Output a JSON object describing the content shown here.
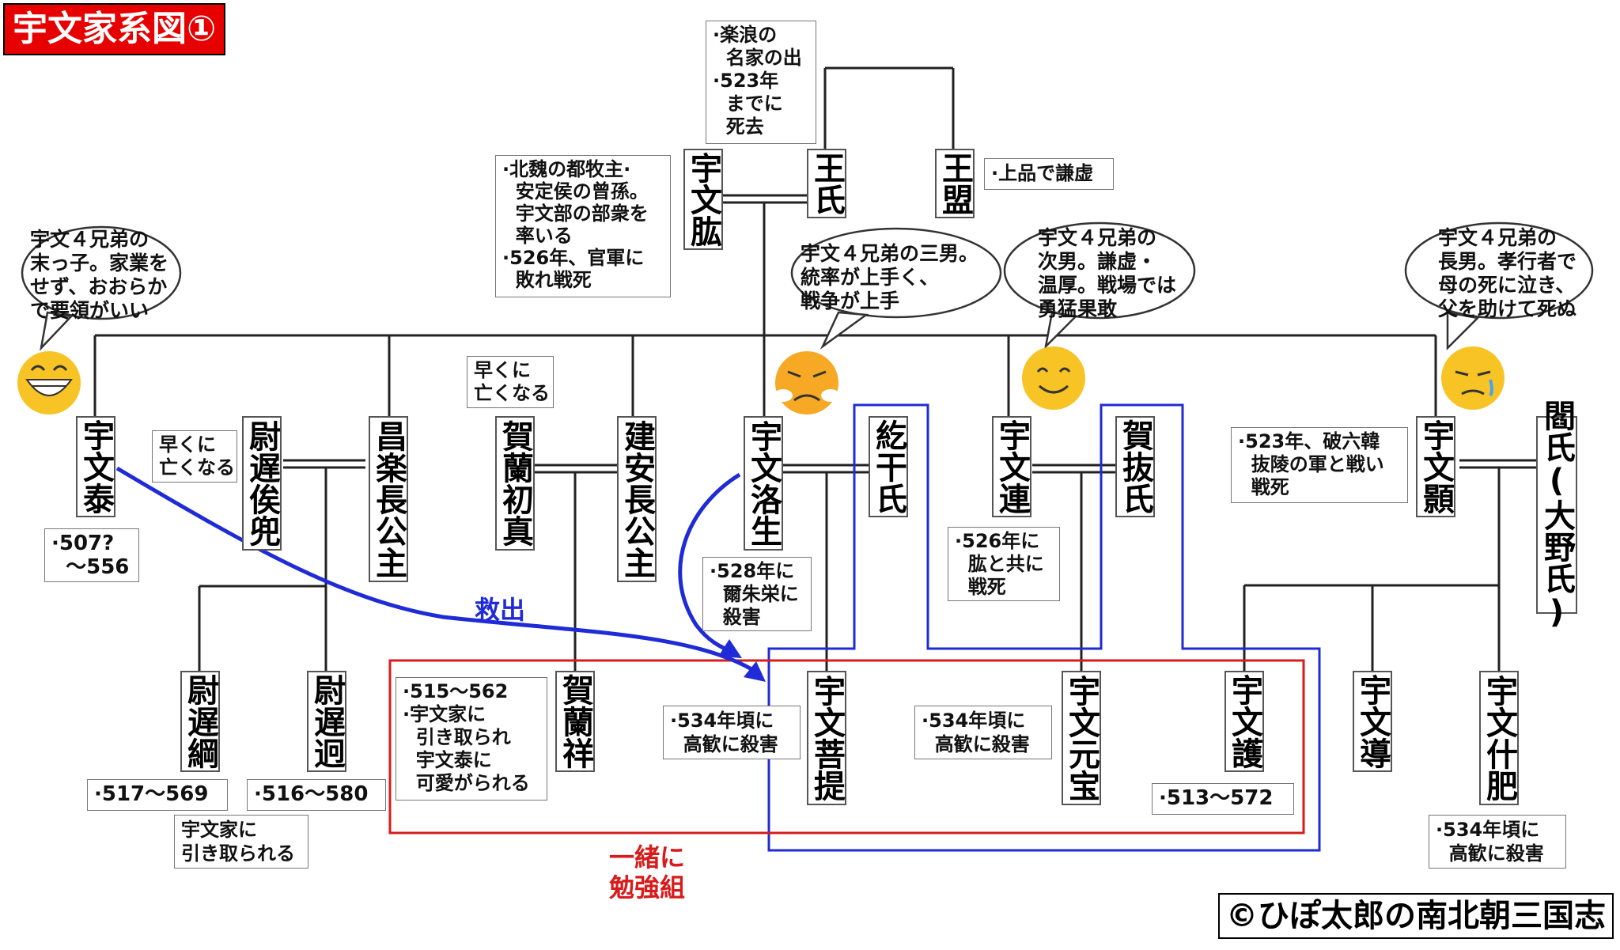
{
  "title": "宇文家系図①",
  "credit": "©ひぽ太郎の南北朝三国志",
  "colors": {
    "rescue_line": "#1f2bd6",
    "study_box": "#d81b1b",
    "title_bg": "#e60000",
    "blue_box": "#1f2bd6"
  },
  "labels": {
    "rescue": "救出",
    "study_group": "一緒に\n勉強組"
  },
  "persons": {
    "ugon": "宇文肱",
    "ou_shi": "王氏",
    "ou_mei": "王盟",
    "ubun_tai": "宇文泰",
    "utsuchi_shunto": "尉遅俟兜",
    "shoraku": "昌楽長公主",
    "garan_shoshin": "賀蘭初真",
    "kenan": "建安長公主",
    "ubun_rakusei": "宇文洛生",
    "kotsukan": "紇干氏",
    "ubun_ren": "宇文連",
    "gabatsu": "賀抜氏",
    "ubun_ken": "宇文顥",
    "en_shi": "閻氏(大野氏)",
    "utsuchi_ko": "尉遅綱",
    "utsuchi_kei": "尉遅迥",
    "garan_sho": "賀蘭祥",
    "ubun_bodai": "宇文菩提",
    "ubun_genpo": "宇文元宝",
    "ubun_go": "宇文護",
    "ubun_do": "宇文導",
    "ubun_juhi": "宇文什肥"
  },
  "notes": {
    "ou_shi": "·楽浪の\n  名家の出\n·523年\n  までに\n  死去",
    "ugon": "·北魏の都牧主·\n  安定侯の曾孫。\n  宇文部の部衆を\n  率いる\n·526年、官軍に\n  敗れ戦死",
    "ou_mei": "·上品で謙虚",
    "ubun_tai": "·507?\n  ～556",
    "utsuchi_shunto": "早くに\n亡くなる",
    "garan_shoshin": "早くに\n亡くなる",
    "ubun_rakusei": "·528年に\n  爾朱栄に\n  殺害",
    "ubun_ren": "·526年に\n  肱と共に\n  戦死",
    "ubun_ken": "·523年、破六韓\n  抜陵の軍と戦い\n  戦死",
    "utsuchi_ko": "·517～569",
    "utsuchi_kei": "·516～580",
    "utsuchi_kei_extra": "宇文家に\n引き取られる",
    "garan_sho": "·515～562\n·宇文家に\n  引き取られ\n  宇文泰に\n  可愛がられる",
    "ubun_bodai": "·534年頃に\n  高歓に殺害",
    "ubun_genpo": "·534年頃に\n  高歓に殺害",
    "ubun_go": "·513～572",
    "ubun_juhi": "·534年頃に\n  高歓に殺害"
  },
  "bubbles": {
    "tai": "宇文４兄弟の\n末っ子。家業を\nせず、おおらか\nで要領がいい",
    "rakusei": "宇文４兄弟の三男。\n統率が上手く、\n戦争が上手",
    "ren": "宇文４兄弟の\n次男。謙虚・\n温厚。戦場では\n勇猛果敢",
    "ken": "宇文４兄弟の\n長男。孝行者で\n母の死に泣き、\n父を助けて死ぬ"
  },
  "emotions": {
    "tai": "grinning-face-icon",
    "rakusei": "angry-face-icon",
    "ren": "smiling-face-icon",
    "ken": "crying-face-icon"
  }
}
